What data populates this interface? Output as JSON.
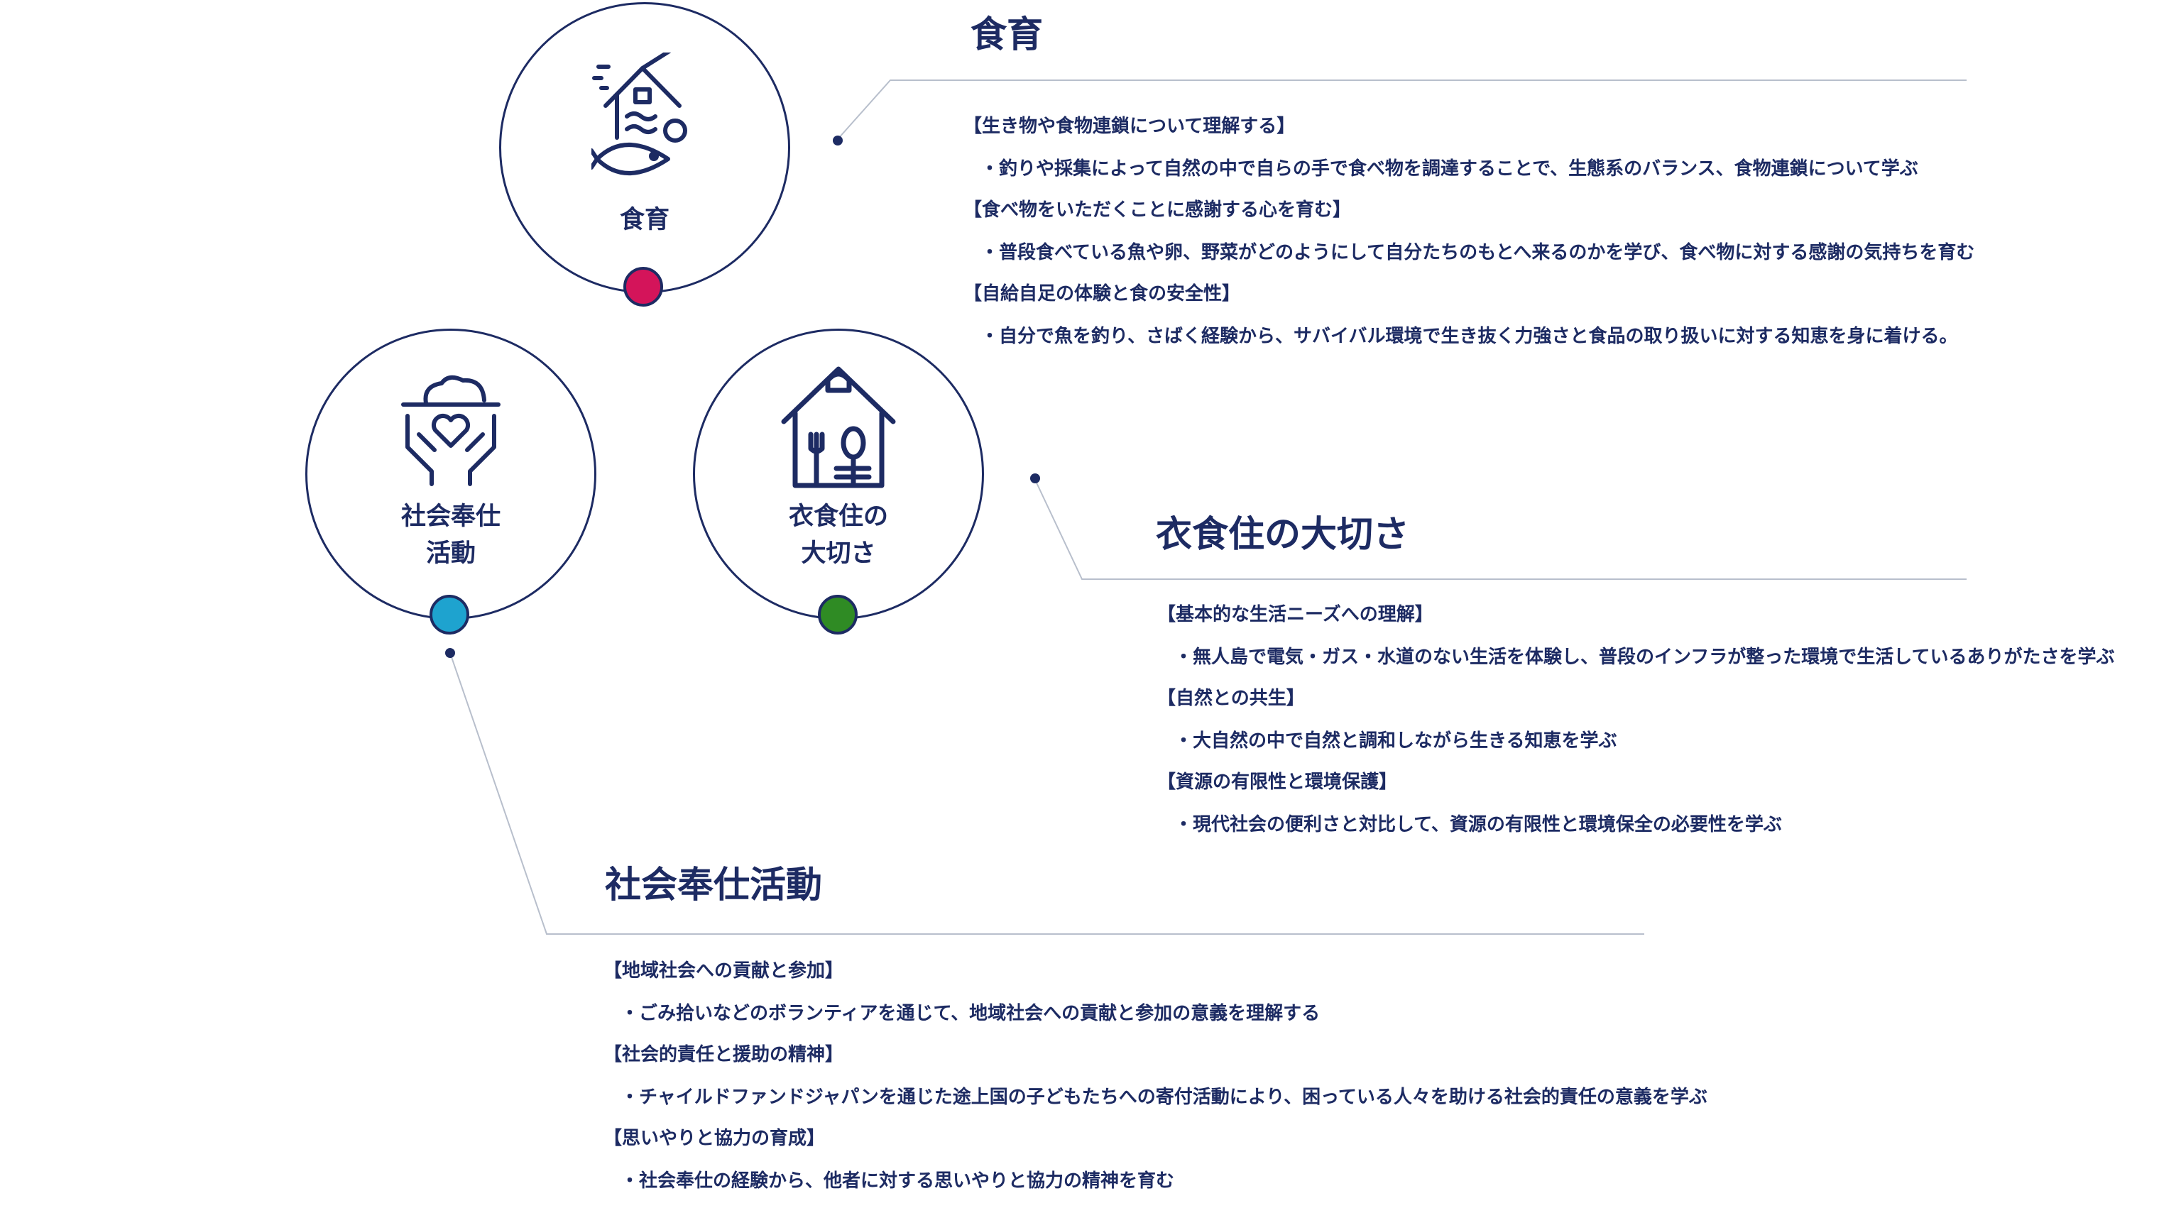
{
  "colors": {
    "navy": "#1d2b63",
    "shokuiku_dot": "#d4145a",
    "shakai_dot": "#1ea3cf",
    "ishokuju_dot": "#2f8b24",
    "rule": "#b8bfcc"
  },
  "circles": {
    "shokuiku": {
      "label": "食育",
      "icon": "house-fish-icon"
    },
    "shakai": {
      "label_line1": "社会奉仕",
      "label_line2": "活動",
      "icon": "hands-heart-icon"
    },
    "ishokuju": {
      "label_line1": "衣食住の",
      "label_line2": "大切さ",
      "icon": "house-cutlery-icon"
    }
  },
  "sections": {
    "shokuiku": {
      "title": "食育",
      "items": [
        {
          "heading": "【生き物や食物連鎖について理解する】",
          "detail": "・釣りや採集によって自然の中で自らの手で食べ物を調達することで、生態系のバランス、食物連鎖について学ぶ"
        },
        {
          "heading": "【食べ物をいただくことに感謝する心を育む】",
          "detail": "・普段食べている魚や卵、野菜がどのようにして自分たちのもとへ来るのかを学び、食べ物に対する感謝の気持ちを育む"
        },
        {
          "heading": "【自給自足の体験と食の安全性】",
          "detail": "・自分で魚を釣り、さばく経験から、サバイバル環境で生き抜く力強さと食品の取り扱いに対する知恵を身に着ける。"
        }
      ]
    },
    "ishokuju": {
      "title": "衣食住の大切さ",
      "items": [
        {
          "heading": "【基本的な生活ニーズへの理解】",
          "detail": "・無人島で電気・ガス・水道のない生活を体験し、普段のインフラが整った環境で生活しているありがたさを学ぶ"
        },
        {
          "heading": "【自然との共生】",
          "detail": "・大自然の中で自然と調和しながら生きる知恵を学ぶ"
        },
        {
          "heading": "【資源の有限性と環境保護】",
          "detail": "・現代社会の便利さと対比して、資源の有限性と環境保全の必要性を学ぶ"
        }
      ]
    },
    "shakai": {
      "title": "社会奉仕活動",
      "items": [
        {
          "heading": "【地域社会への貢献と参加】",
          "detail": "・ごみ拾いなどのボランティアを通じて、地域社会への貢献と参加の意義を理解する"
        },
        {
          "heading": "【社会的責任と援助の精神】",
          "detail": "・チャイルドファンドジャパンを通じた途上国の子どもたちへの寄付活動により、困っている人々を助ける社会的責任の意義を学ぶ"
        },
        {
          "heading": "【思いやりと協力の育成】",
          "detail": "・社会奉仕の経験から、他者に対する思いやりと協力の精神を育む"
        }
      ]
    }
  }
}
